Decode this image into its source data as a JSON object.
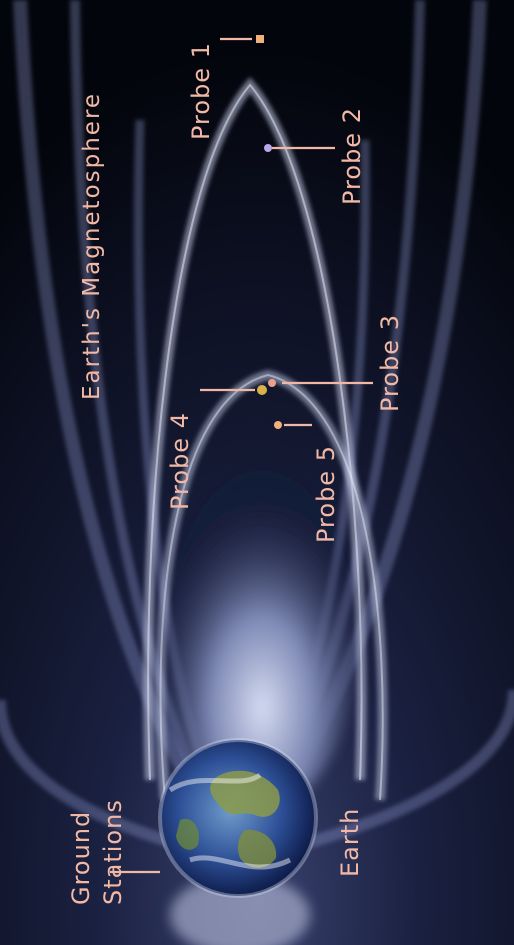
{
  "diagram": {
    "title": "Earth's Magnetosphere",
    "colors": {
      "background": "#05070f",
      "field_glow": "#8e9ad0",
      "label": "#f2b8a6",
      "probe_marker": "#f0b27a"
    },
    "labels": {
      "probe1": "Probe 1",
      "probe2": "Probe 2",
      "probe3": "Probe 3",
      "probe4": "Probe 4",
      "probe5": "Probe 5",
      "earth": "Earth",
      "ground_stations_line1": "Ground",
      "ground_stations_line2": "Stations"
    }
  }
}
